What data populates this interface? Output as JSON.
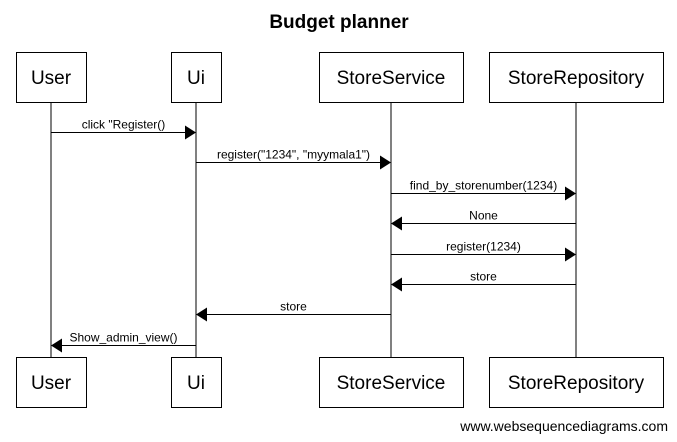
{
  "title": "Budget planner",
  "participants": [
    {
      "id": "user",
      "label": "User"
    },
    {
      "id": "ui",
      "label": "Ui"
    },
    {
      "id": "storeservice",
      "label": "StoreService"
    },
    {
      "id": "storerepository",
      "label": "StoreRepository"
    }
  ],
  "messages": [
    {
      "from": "user",
      "to": "ui",
      "label": "click \"Register()"
    },
    {
      "from": "ui",
      "to": "storeservice",
      "label": "register(\"1234\", \"myymala1\")"
    },
    {
      "from": "storeservice",
      "to": "storerepository",
      "label": "find_by_storenumber(1234)"
    },
    {
      "from": "storerepository",
      "to": "storeservice",
      "label": "None"
    },
    {
      "from": "storeservice",
      "to": "storerepository",
      "label": "register(1234)"
    },
    {
      "from": "storerepository",
      "to": "storeservice",
      "label": "store"
    },
    {
      "from": "storeservice",
      "to": "ui",
      "label": "store"
    },
    {
      "from": "ui",
      "to": "user",
      "label": "Show_admin_view()"
    }
  ],
  "footer": "www.websequencediagrams.com"
}
